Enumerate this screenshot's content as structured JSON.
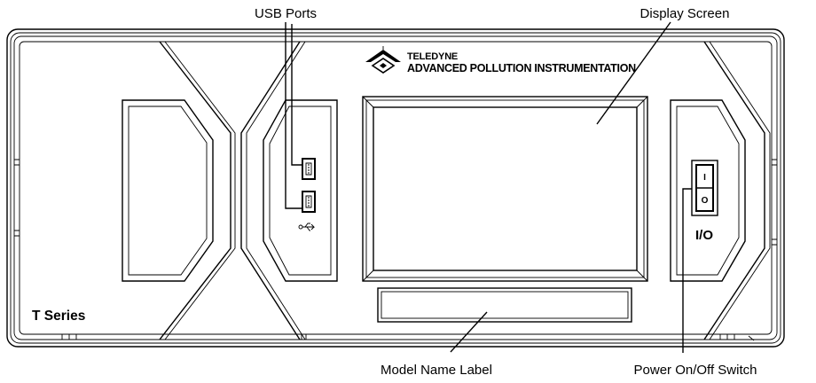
{
  "callouts": {
    "usb_ports": "USB Ports",
    "display_screen": "Display Screen",
    "model_name_label": "Model Name Label",
    "power_switch": "Power On/Off Switch"
  },
  "brand": {
    "line1": "TELEDYNE",
    "line2": "ADVANCED POLLUTION INSTRUMENTATION"
  },
  "series_label": "T Series",
  "switch": {
    "on_symbol": "I",
    "off_symbol": "O",
    "panel_symbol": "I/O"
  },
  "icons": {
    "usb_port": "usb-port-icon",
    "usb_symbol": "usb-symbol-icon",
    "logo": "teledyne-logo-icon"
  }
}
